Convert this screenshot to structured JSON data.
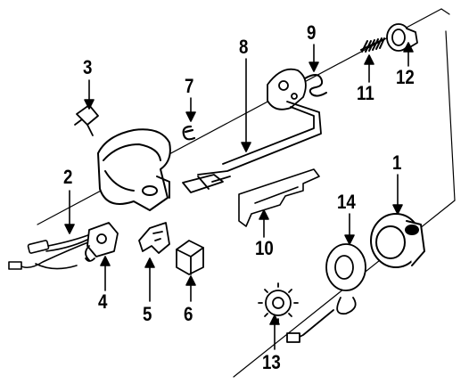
{
  "diagram": {
    "callouts": [
      {
        "id": "1",
        "label": "1"
      },
      {
        "id": "2",
        "label": "2"
      },
      {
        "id": "3",
        "label": "3"
      },
      {
        "id": "4",
        "label": "4"
      },
      {
        "id": "5",
        "label": "5"
      },
      {
        "id": "6",
        "label": "6"
      },
      {
        "id": "7",
        "label": "7"
      },
      {
        "id": "8",
        "label": "8"
      },
      {
        "id": "9",
        "label": "9"
      },
      {
        "id": "10",
        "label": "10"
      },
      {
        "id": "11",
        "label": "11"
      },
      {
        "id": "12",
        "label": "12"
      },
      {
        "id": "13",
        "label": "13"
      },
      {
        "id": "14",
        "label": "14"
      }
    ],
    "colors": {
      "ink": "#000000",
      "paper": "#ffffff"
    }
  }
}
